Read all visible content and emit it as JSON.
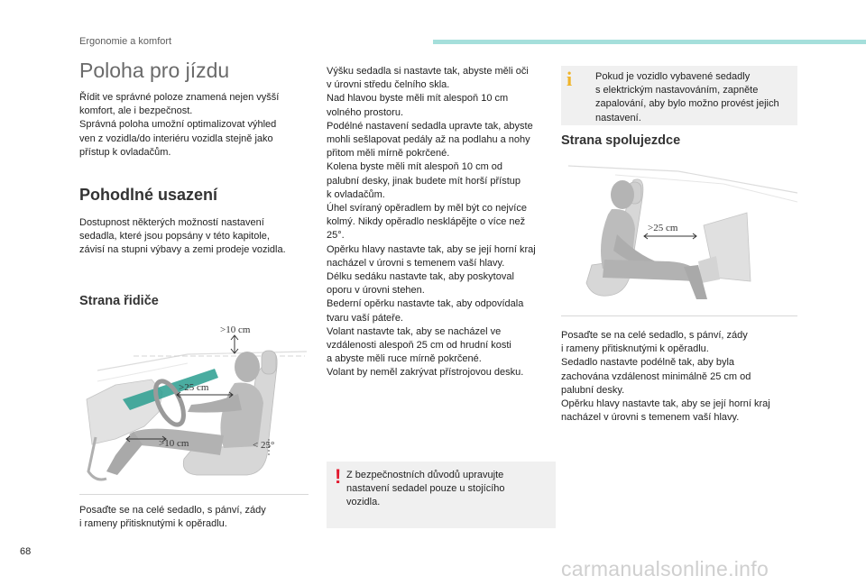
{
  "header": {
    "section": "Ergonomie a komfort"
  },
  "page": {
    "title": "Poloha pro jízdu",
    "number": "68"
  },
  "intro_text": "Řídit ve správné poloze znamená nejen vyšší\nkomfort, ale i bezpečnost.\nSprávná poloha umožní optimalizovat výhled\nven z vozidla/do interiéru vozidla stejně jako\npřístup k ovladačům.",
  "comfort": {
    "heading": "Pohodlné usazení",
    "text": "Dostupnost některých možností nastavení\nsedadla, které jsou popsány v této kapitole,\nzávisí na stupni výbavy a zemi prodeje vozidla."
  },
  "driver": {
    "heading": "Strana řidiče",
    "caption": "Posaďte se na celé sedadlo, s pánví, zády\ni rameny přitisknutými k opěradlu.",
    "figure": {
      "head_clearance": ">10 cm",
      "wheel_distance": ">25 cm",
      "pedal_distance": ">10 cm",
      "backrest_angle": "< 25°"
    }
  },
  "middle_text": "Výšku sedadla si nastavte tak, abyste měli oči\nv úrovni středu čelního skla.\nNad hlavou byste měli mít alespoň 10 cm\nvolného prostoru.\nPodélné nastavení sedadla upravte tak, abyste\nmohli sešlapovat pedály až na podlahu a nohy\npřitom měli mírně pokrčené.\nKolena byste měli mít alespoň 10 cm od\npalubní desky, jinak budete mít horší přístup\nk ovladačům.\nÚhel svíraný opěradlem by měl být co nejvíce\nkolmý. Nikdy opěradlo nesklápějte o více než\n25°.\nOpěrku hlavy nastavte tak, aby se její horní kraj\nnacházel v úrovni s temenem vaší hlavy.\nDélku sedáku nastavte tak, aby poskytoval\noporu v úrovni stehen.\nBederní opěrku nastavte tak, aby odpovídala\ntvaru vaší páteře.\nVolant nastavte tak, aby se nacházel ve\nvzdálenosti alespoň 25 cm od hrudní kosti\na abyste měli ruce mírně pokrčené.\nVolant by neměl zakrývat přístrojovou desku.",
  "warning_note": {
    "mark": "!",
    "text": "Z bezpečnostních důvodů upravujte\nnastavení sedadel pouze u stojícího\nvozidla."
  },
  "info_note": {
    "mark": "i",
    "text": "Pokud je vozidlo vybavené sedadly\ns elektrickým nastavováním, zapněte\nzapalování, aby bylo možno provést jejich\nnastavení."
  },
  "passenger": {
    "heading": "Strana spolujezdce",
    "figure": {
      "dash_distance": ">25 cm"
    },
    "text": "Posaďte se na celé sedadlo, s pánví, zády\ni rameny přitisknutými k opěradlu.\nSedadlo nastavte podélně tak, aby byla\nzachována vzdálenost minimálně 25 cm od\npalubní desky.\nOpěrku hlavy nastavte tak, aby se její horní kraj\nnacházel v úrovni s temenem vaší hlavy."
  },
  "watermark": "carmanualsonline.info",
  "colors": {
    "accent": "#a5dfdb",
    "warning": "#e2182d",
    "info": "#f0b429",
    "figure_arrow": "#2a9d8f"
  }
}
